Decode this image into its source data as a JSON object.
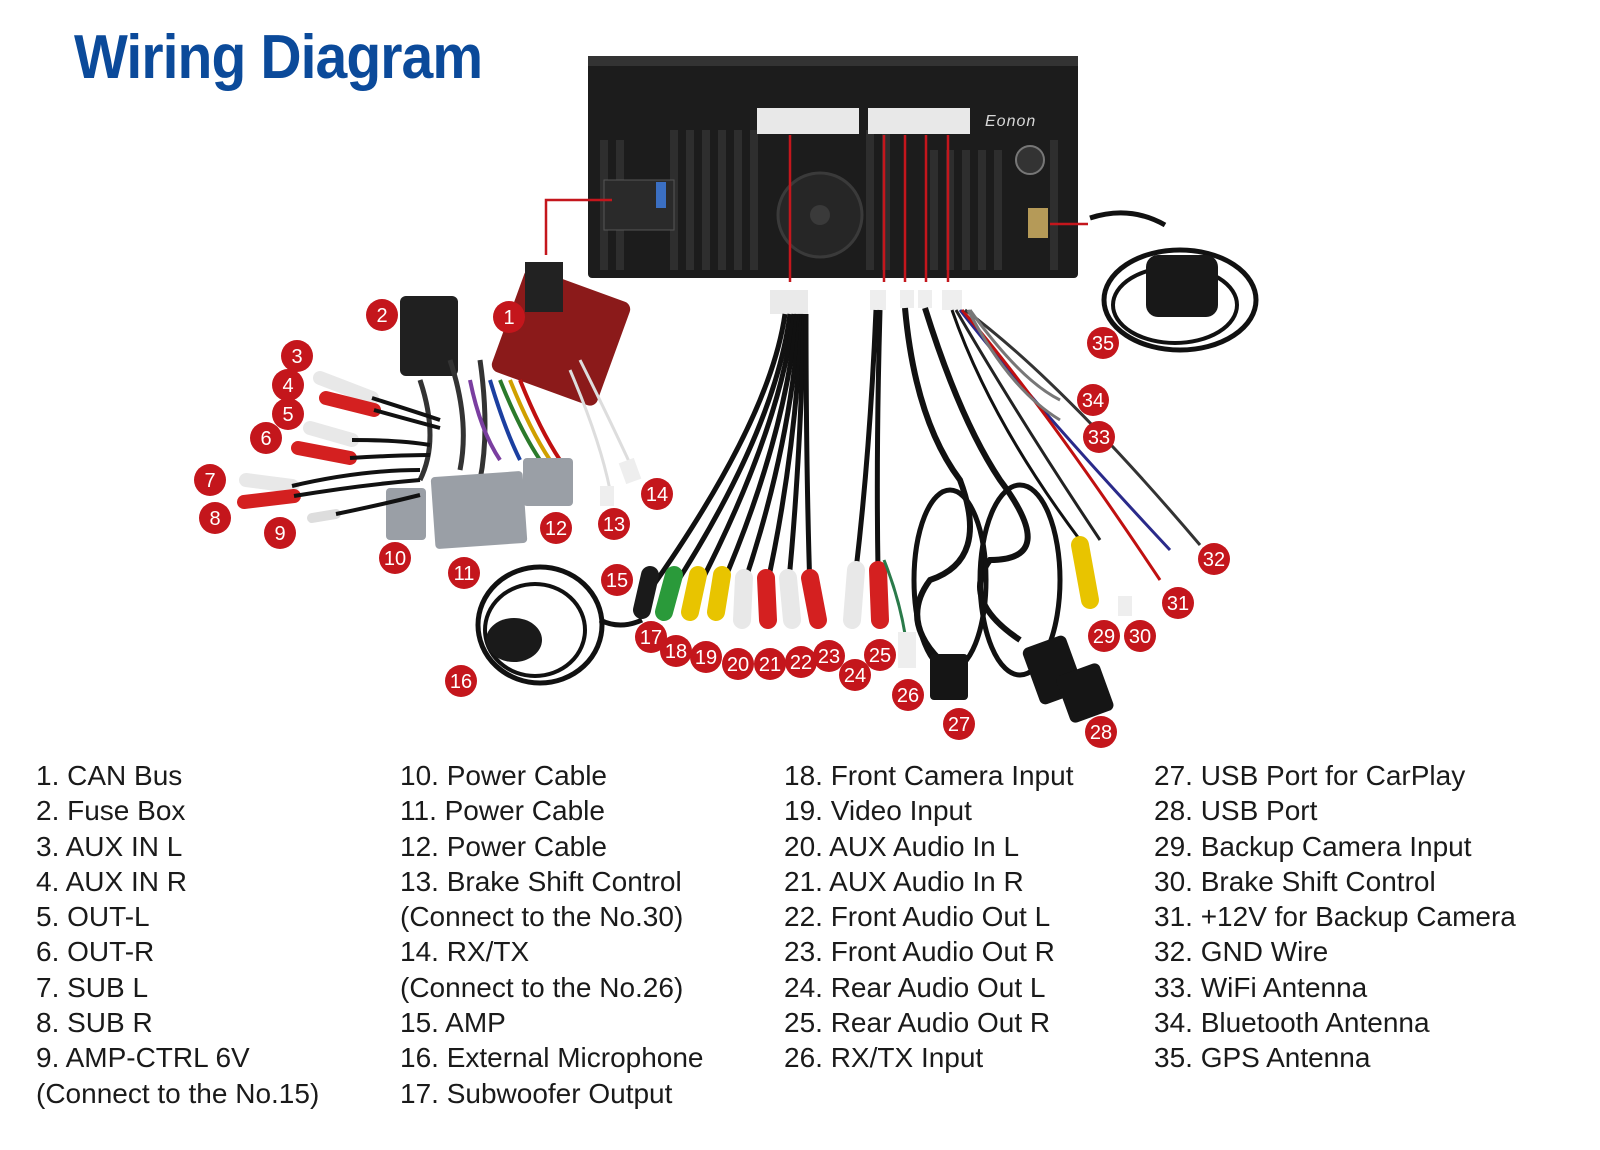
{
  "title": "Wiring Diagram",
  "brand": "Eonon",
  "colors": {
    "title": "#0b4a9a",
    "badge": "#c4161c",
    "unit": "#1c1c1c"
  },
  "legend": {
    "col1": [
      "1. CAN Bus",
      "2. Fuse Box",
      "3. AUX IN L",
      "4. AUX IN R",
      "5. OUT-L",
      "6. OUT-R",
      "7. SUB L",
      "8. SUB R",
      "9. AMP-CTRL 6V",
      "(Connect to the No.15)"
    ],
    "col2": [
      "10. Power Cable",
      "11. Power Cable",
      "12. Power Cable",
      "13. Brake Shift Control",
      "(Connect to the No.30)",
      "14. RX/TX",
      "(Connect to the No.26)",
      "15. AMP",
      "16. External Microphone",
      "17. Subwoofer Output"
    ],
    "col3": [
      "18. Front Camera Input",
      "19. Video Input",
      "20. AUX Audio In L",
      "21. AUX Audio In R",
      "22. Front Audio Out L",
      "23. Front Audio Out R",
      "24. Rear Audio Out L",
      "25. Rear Audio Out R",
      "26. RX/TX Input"
    ],
    "col4": [
      "27. USB Port for CarPlay",
      "28. USB Port",
      "29. Backup Camera Input",
      "30. Brake Shift Control",
      "31. +12V for Backup Camera",
      "32. GND Wire",
      "33. WiFi Antenna",
      "34. Bluetooth Antenna",
      "35. GPS Antenna"
    ]
  },
  "badges": [
    "1",
    "2",
    "3",
    "4",
    "5",
    "6",
    "7",
    "8",
    "9",
    "10",
    "11",
    "12",
    "13",
    "14",
    "15",
    "16",
    "17",
    "18",
    "19",
    "20",
    "21",
    "22",
    "23",
    "24",
    "25",
    "26",
    "27",
    "28",
    "29",
    "30",
    "31",
    "32",
    "33",
    "34",
    "35"
  ]
}
